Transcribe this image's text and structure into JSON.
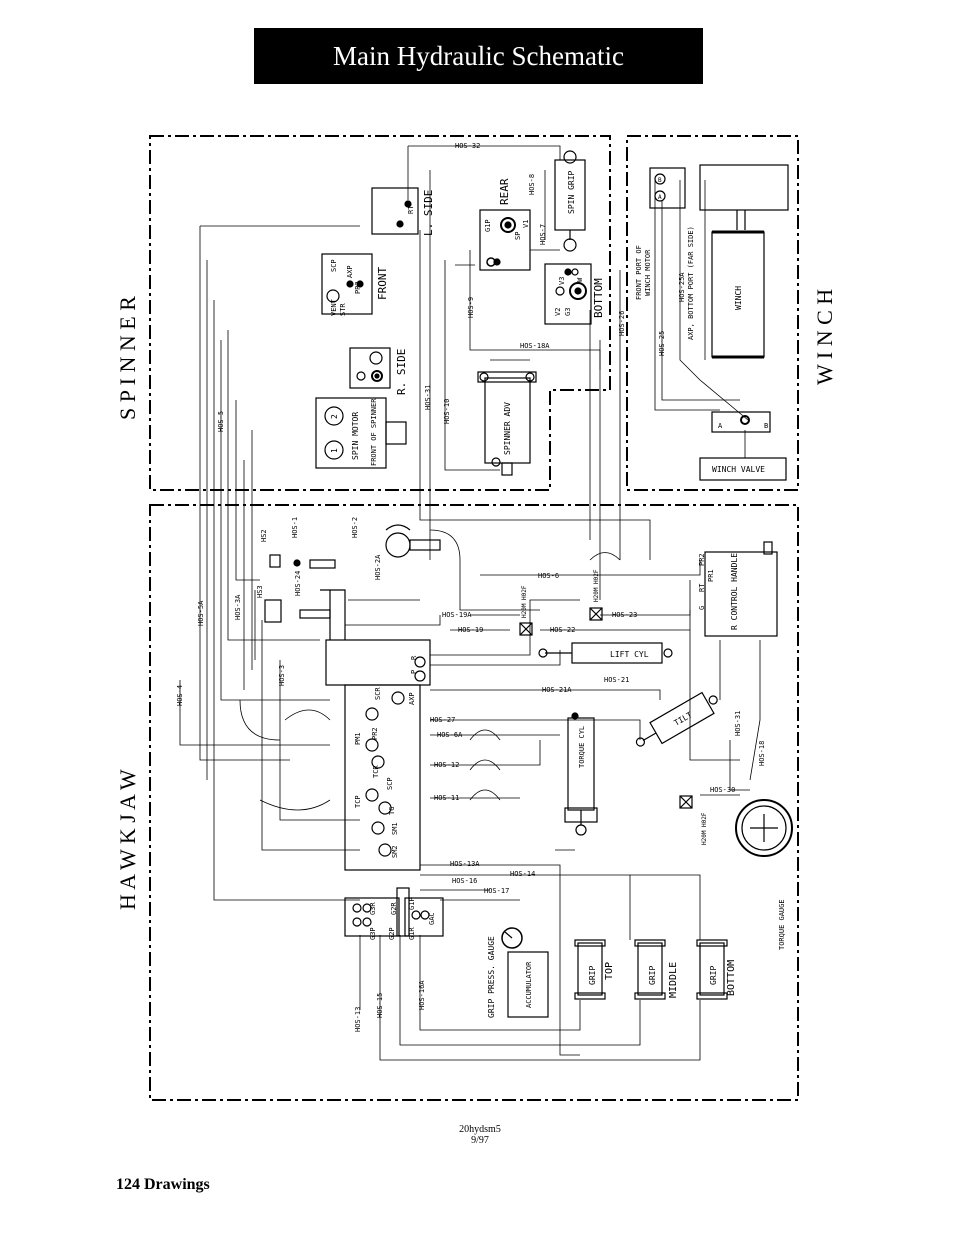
{
  "page": {
    "title": "Main Hydraulic Schematic",
    "footer": "124   Drawings",
    "doc_code": [
      "20hydsm5",
      "9/97"
    ]
  },
  "sections": {
    "spinner": "S P I N N E R",
    "winch": "W I N C H",
    "hawkjaw": "H A W K J A W"
  },
  "components": {
    "l_side": "L. SIDE",
    "rear": "REAR",
    "spin_grip": "SPIN GRIP",
    "bottom": "BOTTOM",
    "front": "FRONT",
    "r_side": "R. SIDE",
    "spin_motor": "SPIN MOTOR",
    "front_of_spinner": "FRONT OF SPINNER",
    "spinner_adv": "SPINNER ADV",
    "winch": "WINCH",
    "winch_valve": "WINCH VALVE",
    "front_port": "FRONT PORT OF",
    "winch_motor": "WINCH MOTOR",
    "axp_bottom_port": "AXP, BOTTOM PORT (FAR SIDE)",
    "lift_cyl": "LIFT CYL",
    "tilt": "TILT",
    "torque_cyl": "TORQUE CYL",
    "r_control_handle": "R CONTROL HANDLE",
    "torque_gauge": "TORQUE GAUGE",
    "grip_press_gauge": "GRIP PRESS. GAUGE",
    "accumulator": "ACCUMULATOR",
    "grip": "GRIP",
    "top": "TOP",
    "middle": "MIDDLE",
    "bottom_grip": "BOTTOM"
  },
  "ports": {
    "rt": "RT",
    "sp": "SP",
    "v1": "V1",
    "v2": "V2",
    "v3": "V3",
    "w": "W",
    "g3": "G3",
    "axp": "AXP",
    "scp": "SCP",
    "pr3": "PR3",
    "str": "STR",
    "vent": "VENT",
    "pr2": "PR2",
    "pr1": "PR1",
    "scr": "SCR",
    "pm1": "PM1",
    "tcr": "TCR",
    "tcp": "TCP",
    "tg": "TG",
    "sm1": "SM1",
    "sm2": "SM2",
    "g3r": "G3R",
    "g2r": "G2R",
    "g3p": "G3P",
    "g2p": "G2P",
    "g1p": "G1P",
    "g1r": "G1R",
    "gac": "GAC",
    "r": "R",
    "p": "P",
    "b": "B",
    "a": "A",
    "g": "G",
    "one": "1",
    "two": "2",
    "hs2": "HS2",
    "hs3": "HS3",
    "h20m_h02f": "H20M H02F"
  },
  "hoses": {
    "hos1": "HOS-1",
    "hos2": "HOS-2",
    "hos2a": "HOS-2A",
    "hos3": "HOS-3",
    "hos3a": "HOS-3A",
    "hos4": "HOS-4",
    "hos5": "HOS-5",
    "hos5a": "HOS-5A",
    "hos6": "HOS-6",
    "hos6a": "HOS-6A",
    "hos7": "HOS-7",
    "hos8": "HOS-8",
    "hos9": "HOS-9",
    "hos10": "HOS-10",
    "hos11": "HOS-11",
    "hos12": "HOS-12",
    "hos13": "HOS-13",
    "hos13a": "HOS-13A",
    "hos14": "HOS-14",
    "hos15": "HOS-15",
    "hos16": "HOS-16",
    "hos16a": "HOS-16A",
    "hos17": "HOS-17",
    "hos18": "HOS-18",
    "hos18a": "HOS-18A",
    "hos19": "HOS-19",
    "hos19a": "HOS-19A",
    "hos21": "HOS-21",
    "hos21a": "HOS-21A",
    "hos22": "HOS-22",
    "hos23": "HOS-23",
    "hos24": "HOS-24",
    "hos25": "HOS-25",
    "hos25a": "HOS-25A",
    "hos26": "HOS-26",
    "hos27": "HOS-27",
    "hos30": "HOS-30",
    "hos31": "HOS-31",
    "hos32": "HOS-32"
  }
}
